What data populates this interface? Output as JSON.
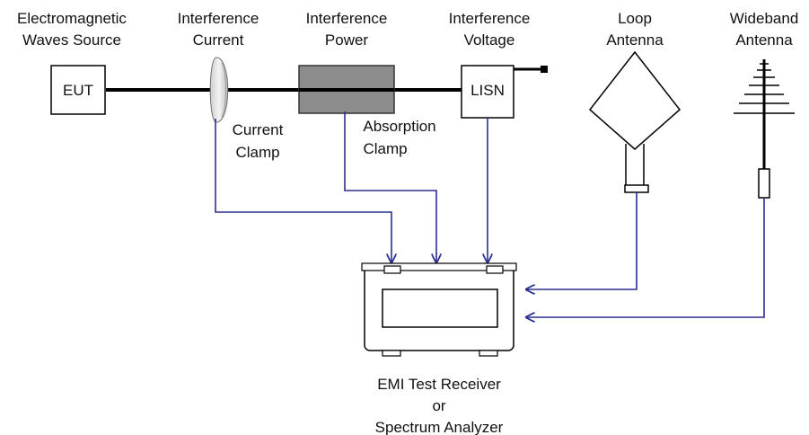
{
  "headers": {
    "source": [
      "Electromagnetic",
      "Waves Source"
    ],
    "current": [
      "Interference",
      "Current"
    ],
    "power": [
      "Interference",
      "Power"
    ],
    "voltage": [
      "Interference",
      "Voltage"
    ],
    "loop": [
      "Loop",
      "Antenna"
    ],
    "wideband": [
      "Wideband",
      "Antenna"
    ]
  },
  "components": {
    "eut": "EUT",
    "lisn": "LISN",
    "current_clamp": [
      "Current",
      "Clamp"
    ],
    "absorption_clamp": [
      "Absorption",
      "Clamp"
    ]
  },
  "receiver": [
    "EMI Test Receiver",
    "or",
    "Spectrum Analyzer"
  ],
  "colors": {
    "signal_line": "#2b2f8f",
    "cable": "#000000",
    "absorption_clamp_fill": "#8c8c8c",
    "current_clamp_fill": "#e6e6e6"
  }
}
